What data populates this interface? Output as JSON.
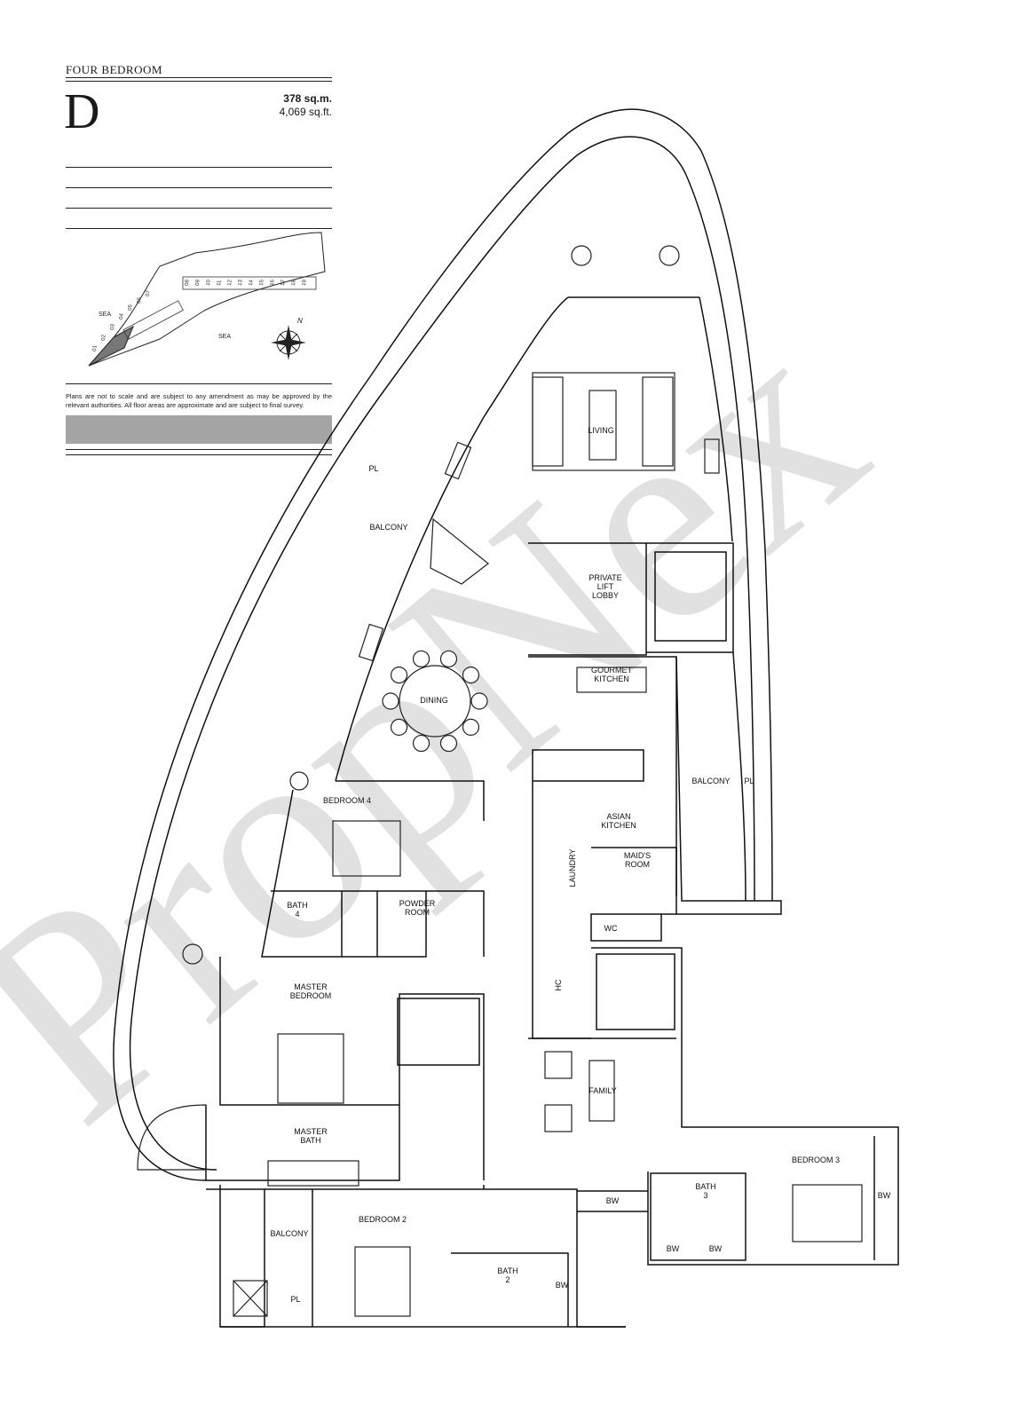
{
  "header": {
    "type_label": "FOUR BEDROOM",
    "unit_letter": "D",
    "area_sqm": "378 sq.m.",
    "area_sqft": "4,069 sq.ft."
  },
  "key_plan": {
    "sea_west": "SEA",
    "sea_south": "SEA",
    "north": "N",
    "unit_numbers": [
      "01",
      "02",
      "03",
      "04",
      "05",
      "06",
      "07",
      "08",
      "09",
      "10",
      "11",
      "12",
      "13",
      "14",
      "15",
      "16",
      "17",
      "18",
      "19"
    ]
  },
  "disclaimer": "Plans are not to scale and are subject to any amendment as may be approved by the relevant authorities. All floor areas are approximate and are subject to final survey.",
  "watermark": "PropNex",
  "rooms": {
    "living": "LIVING",
    "balcony_main": "BALCONY",
    "pl_west": "PL",
    "private_lift_lobby": [
      "PRIVATE",
      "LIFT",
      "LOBBY"
    ],
    "gourmet_kitchen": [
      "GOURMET",
      "KITCHEN"
    ],
    "dining": "DINING",
    "balcony_east": "BALCONY",
    "pl_east": "PL",
    "bedroom_4": "BEDROOM 4",
    "asian_kitchen": [
      "ASIAN",
      "KITCHEN"
    ],
    "laundry": "LAUNDRY",
    "maids_room": [
      "MAID'S",
      "ROOM"
    ],
    "bath_4": [
      "BATH",
      "4"
    ],
    "powder_room": [
      "POWDER",
      "ROOM"
    ],
    "wc": "WC",
    "master_bedroom": [
      "MASTER",
      "BEDROOM"
    ],
    "hc": "HC",
    "family": "FAMILY",
    "master_bath": [
      "MASTER",
      "BATH"
    ],
    "bedroom_3": "BEDROOM 3",
    "bw_bed3": "BW",
    "bath_3": [
      "BATH",
      "3"
    ],
    "bw_bath3_a": "BW",
    "bw_bath3_b": "BW",
    "bw_corridor": "BW",
    "balcony_master": "BALCONY",
    "bedroom_2": "BEDROOM 2",
    "bath_2": [
      "BATH",
      "2"
    ],
    "bw_bath2": "BW",
    "pl_south": "PL"
  }
}
